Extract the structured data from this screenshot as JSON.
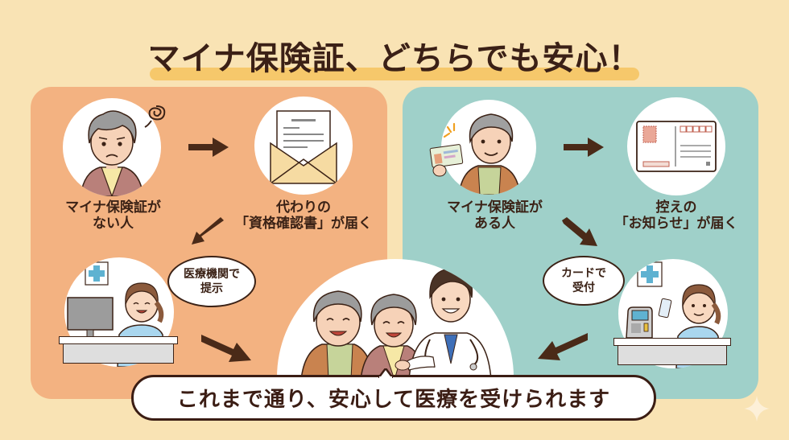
{
  "title": "マイナ保険証、どちらでも安心！",
  "left_panel": {
    "color": "#f3b281",
    "person_label_line1": "マイナ保険証が",
    "person_label_line2": "ない人",
    "document_label_line1": "代わりの",
    "document_label_line2": "「資格確認書」が届く",
    "bubble_line1": "医療機関で",
    "bubble_line2": "提示",
    "icons": [
      "worried-elderly-woman-icon",
      "envelope-letter-icon",
      "reception-nurse-computer-icon"
    ]
  },
  "right_panel": {
    "color": "#9fd0c9",
    "person_label_line1": "マイナ保険証が",
    "person_label_line2": "ある人",
    "document_label_line1": "控えの",
    "document_label_line2": "「お知らせ」が届く",
    "bubble_line1": "カードで",
    "bubble_line2": "受付",
    "icons": [
      "elderly-man-holding-card-icon",
      "postcard-icon",
      "reception-nurse-card-reader-icon"
    ]
  },
  "center": {
    "icon": "elderly-couple-with-doctor-icon"
  },
  "banner": {
    "text": "これまで通り、安心して医療を受けられます"
  },
  "colors": {
    "background": "#f9e3b4",
    "title_highlight": "#f6c35e",
    "text_dark": "#3b2016",
    "arrow": "#4a2a18"
  }
}
